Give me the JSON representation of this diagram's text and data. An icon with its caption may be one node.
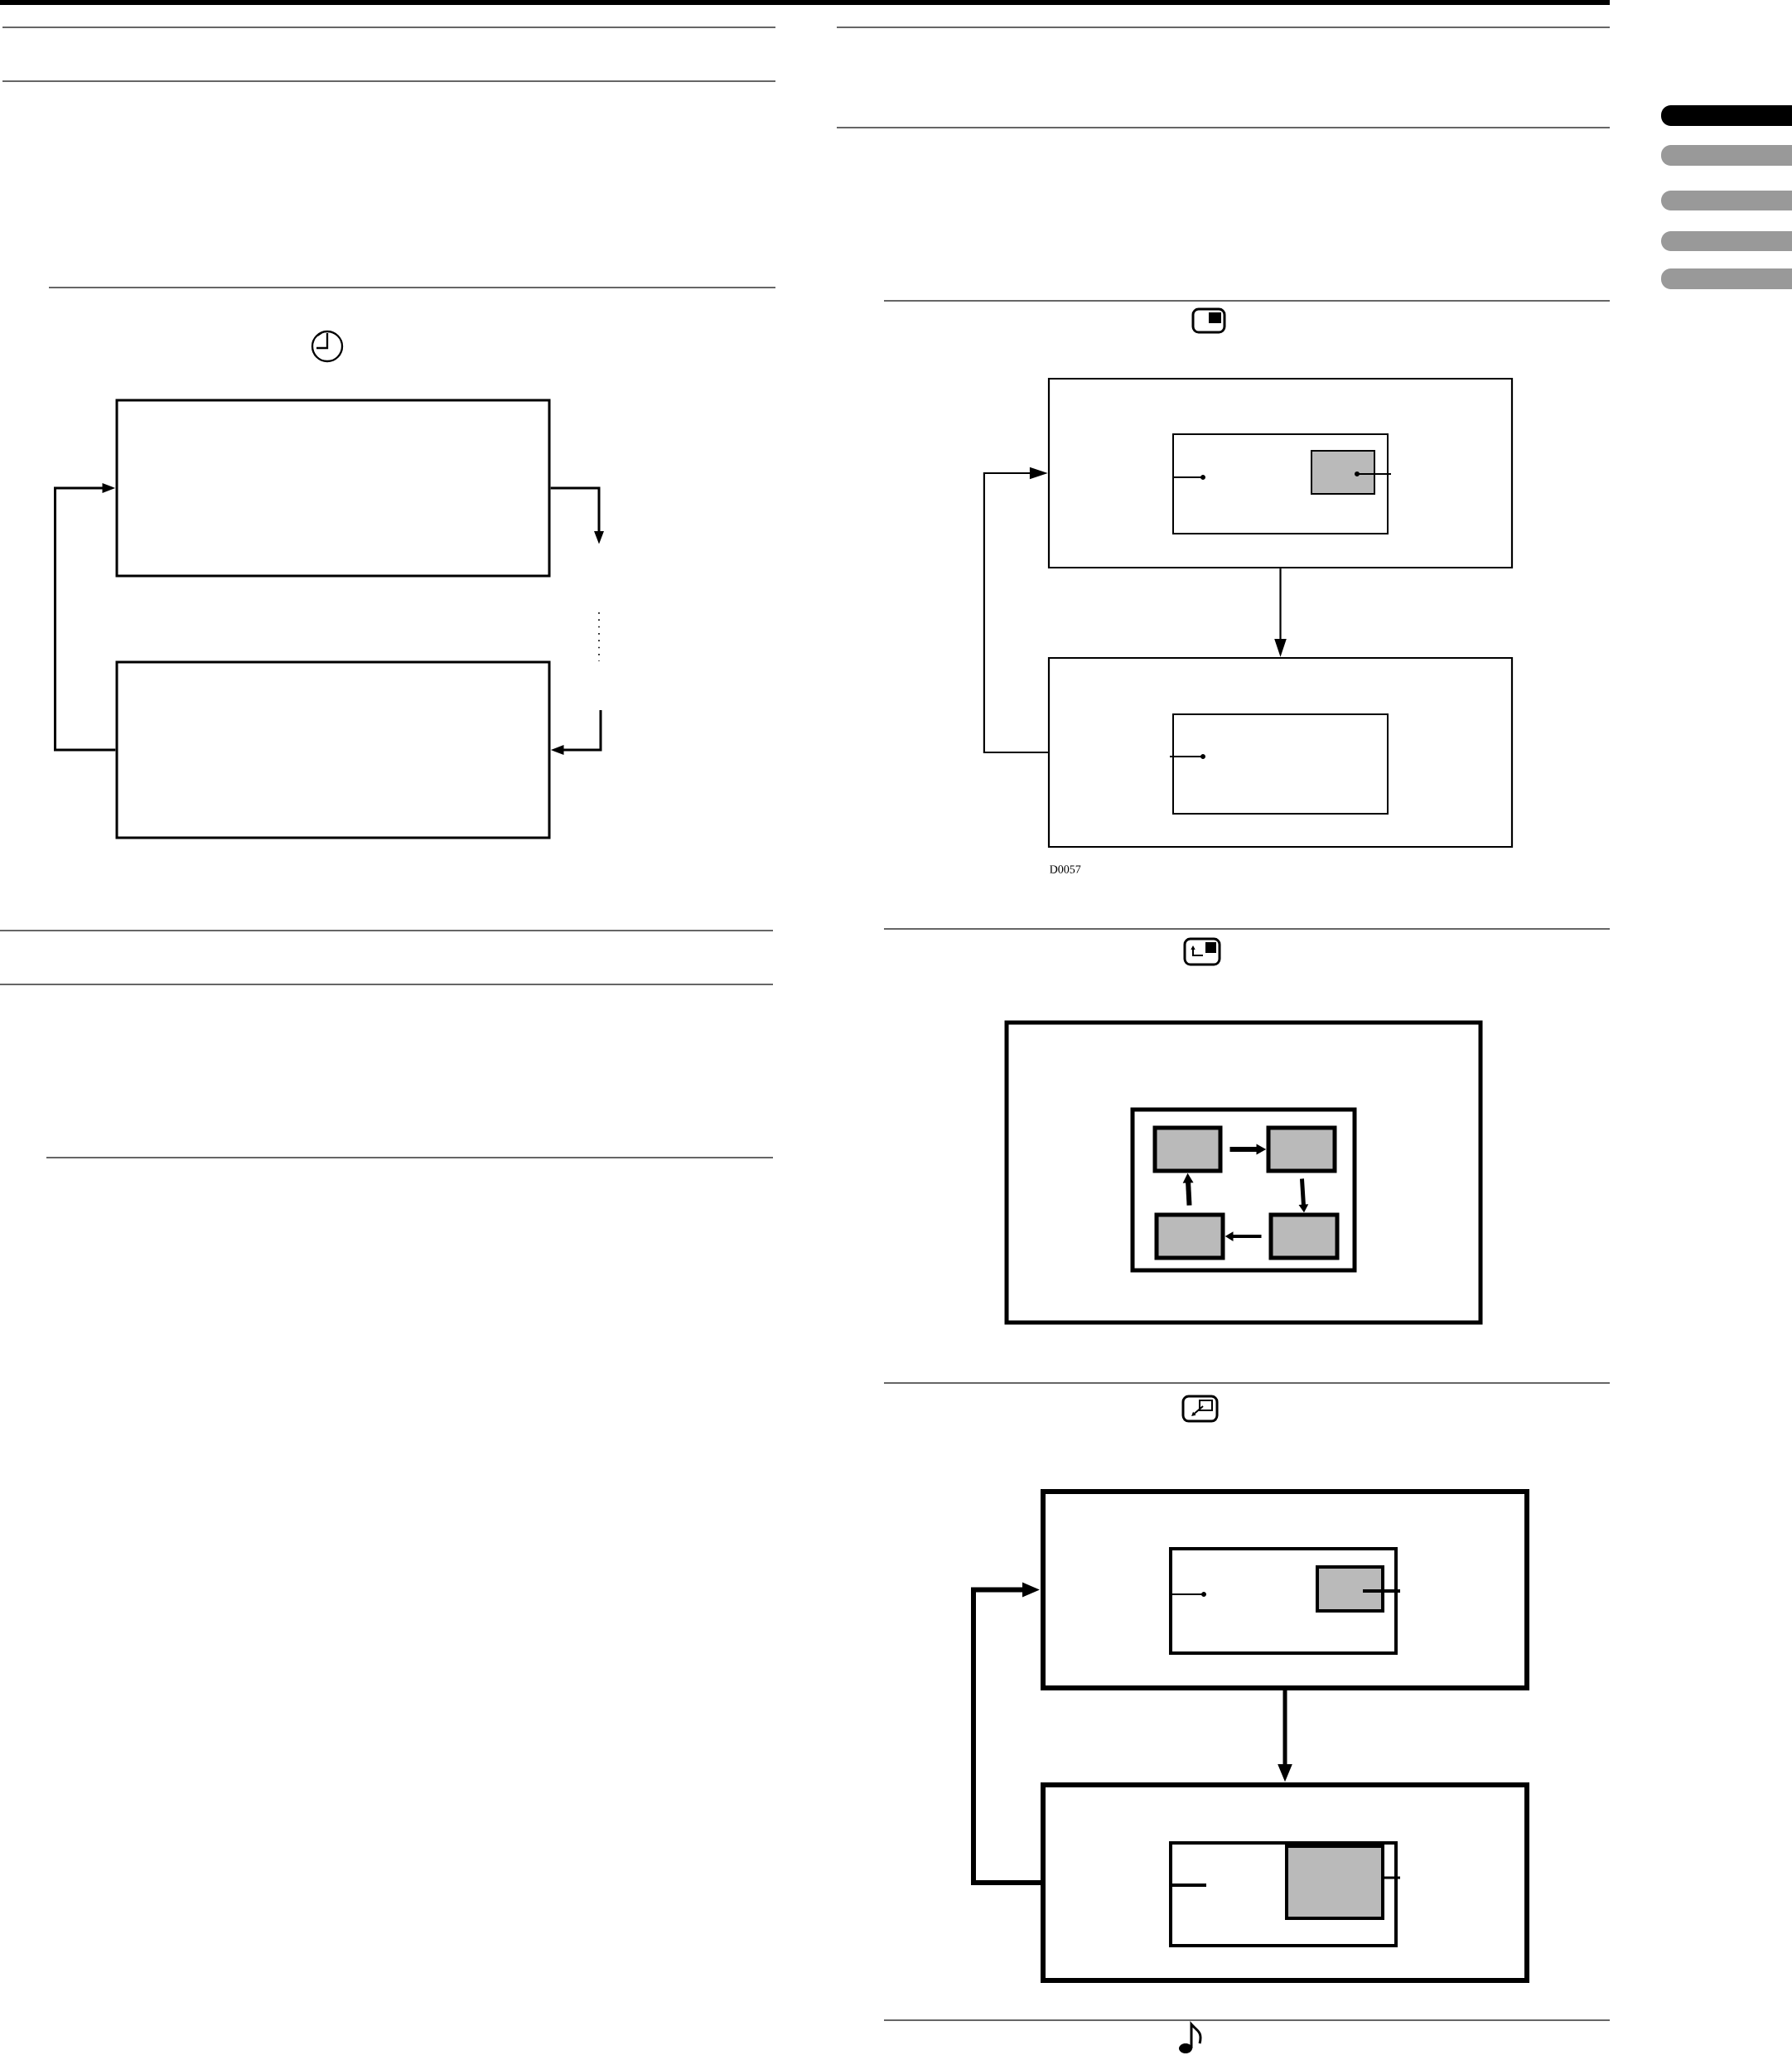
{
  "diagram": {
    "nodes": [
      {
        "text": [],
        "shape": "box"
      },
      {
        "text": [],
        "shape": "box"
      },
      {
        "text": [],
        "shape": "box"
      },
      {
        "text": [],
        "shape": "box",
        "in": 2
      },
      {
        "text": [],
        "shape": "box",
        "in": 3
      },
      {
        "text": [],
        "shape": "box"
      },
      {
        "text": [],
        "shape": "box",
        "in": 5
      },
      {
        "text": [],
        "shape": "box"
      },
      {
        "text": [],
        "shape": "box",
        "in": 7
      },
      {
        "text": [],
        "shape": "box",
        "in": 8
      },
      {
        "text": [],
        "shape": "box",
        "in": 8
      },
      {
        "text": [],
        "shape": "box",
        "in": 8
      },
      {
        "text": [],
        "shape": "box",
        "in": 8
      },
      {
        "text": [],
        "shape": "box"
      },
      {
        "text": [],
        "shape": "box",
        "in": 13
      },
      {
        "text": [],
        "shape": "box",
        "in": 14
      },
      {
        "text": [],
        "shape": "box"
      },
      {
        "text": [],
        "shape": "box",
        "in": 16
      },
      {
        "text": [],
        "shape": "box",
        "in": 17
      }
    ],
    "edges": [
      {
        "from": 1,
        "to": 0,
        "arrow": "to"
      },
      {
        "from": 0,
        "to": null,
        "arrow": "to"
      },
      {
        "from": null,
        "to": 1,
        "arrow": "to"
      },
      {
        "from": 2,
        "to": 5,
        "arrow": "to"
      },
      {
        "from": 5,
        "to": 2,
        "arrow": "to"
      },
      {
        "from": 9,
        "to": 10,
        "arrow": "to"
      },
      {
        "from": 10,
        "to": 12,
        "arrow": "to"
      },
      {
        "from": 12,
        "to": 11,
        "arrow": "to"
      },
      {
        "from": 11,
        "to": 9,
        "arrow": "to"
      },
      {
        "from": 13,
        "to": 16,
        "arrow": "to"
      },
      {
        "from": 16,
        "to": 13,
        "arrow": "to"
      }
    ],
    "labels": [
      "D0057"
    ]
  }
}
